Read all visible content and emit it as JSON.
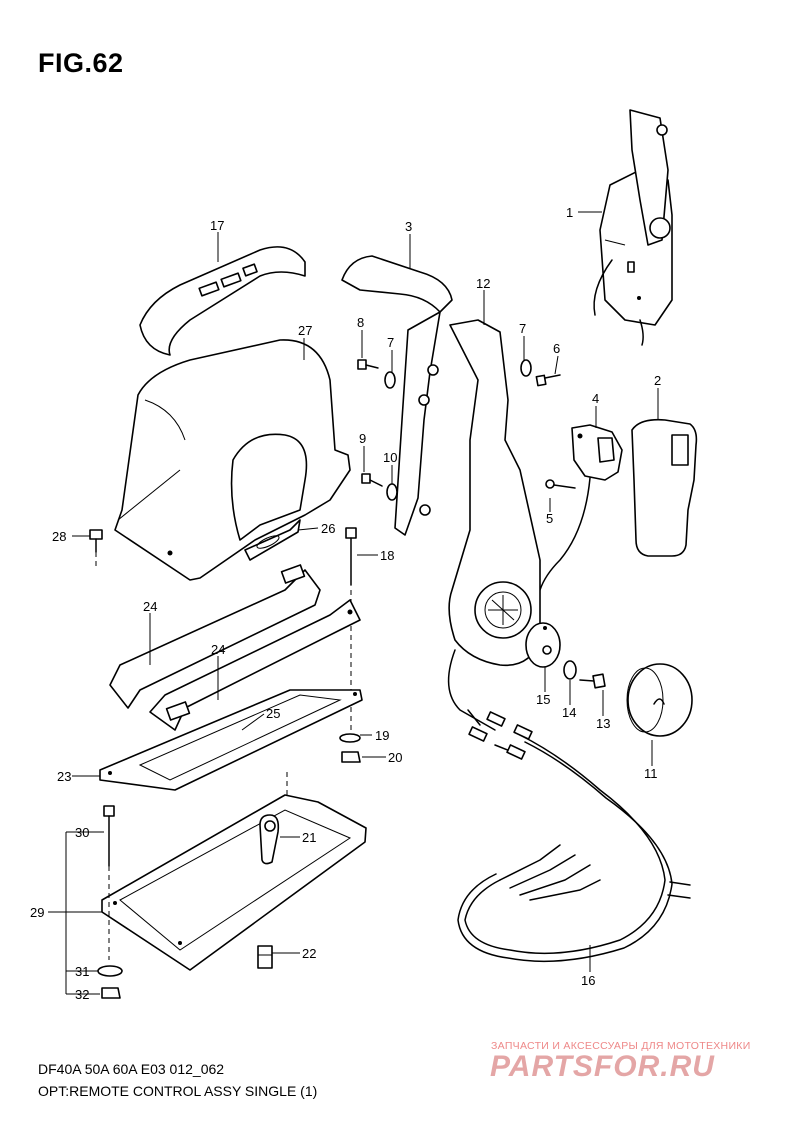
{
  "figure": {
    "title": "FIG.62",
    "caption_model": "DF40A 50A 60A E03 012_062",
    "caption_name": "OPT:REMOTE CONTROL ASSY SINGLE (1)"
  },
  "watermark": {
    "tagline": "ЗАПЧАСТИ И АКСЕССУАРЫ ДЛЯ МОТОТЕХНИКИ",
    "logo": "PARTSFOR.RU",
    "logo_color": "#e4a6a6"
  },
  "callouts": {
    "n1": "1",
    "n2": "2",
    "n3": "3",
    "n4": "4",
    "n5": "5",
    "n6": "6",
    "n7a": "7",
    "n7b": "7",
    "n8": "8",
    "n9": "9",
    "n10": "10",
    "n11": "11",
    "n12": "12",
    "n13": "13",
    "n14": "14",
    "n15": "15",
    "n16": "16",
    "n17": "17",
    "n18": "18",
    "n19": "19",
    "n20": "20",
    "n21": "21",
    "n22": "22",
    "n23": "23",
    "n24a": "24",
    "n24b": "24",
    "n25": "25",
    "n26": "26",
    "n27": "27",
    "n28": "28",
    "n29": "29",
    "n30": "30",
    "n31": "31",
    "n32": "32"
  }
}
